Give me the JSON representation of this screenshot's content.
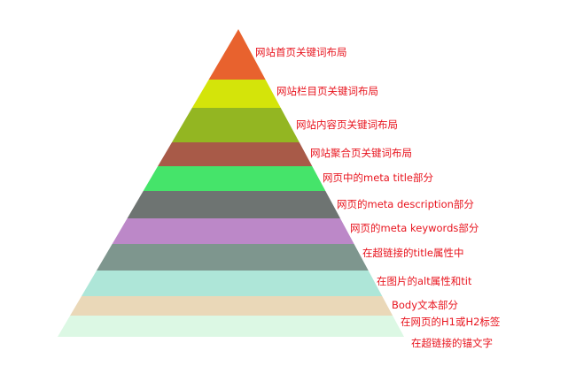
{
  "diagram": {
    "tiers": [
      {
        "label": "网站首页关键词布局",
        "color": "#e8622e"
      },
      {
        "label": "网站栏目页关键词布局",
        "color": "#d4e40a"
      },
      {
        "label": "网站内容页关键词布局",
        "color": "#93b622"
      },
      {
        "label": "网站聚合页关键词布局",
        "color": "#a85a48"
      },
      {
        "label": "网页中的meta title部分",
        "color": "#45e46a"
      },
      {
        "label": "网页的meta description部分",
        "color": "#6e7472"
      },
      {
        "label": "网页的meta keywords部分",
        "color": "#bc88c8"
      },
      {
        "label": "在超链接的title属性中",
        "color": "#7e968e"
      },
      {
        "label": "在图片的alt属性和tit",
        "color": "#aee6d8"
      },
      {
        "label": "Body文本部分",
        "color": "#ead8b8"
      },
      {
        "label": "在网页的H1或H2标签",
        "color": "#dcf8e4"
      },
      {
        "label": "在超链接的锚文字",
        "color": "#ffffff"
      }
    ]
  }
}
